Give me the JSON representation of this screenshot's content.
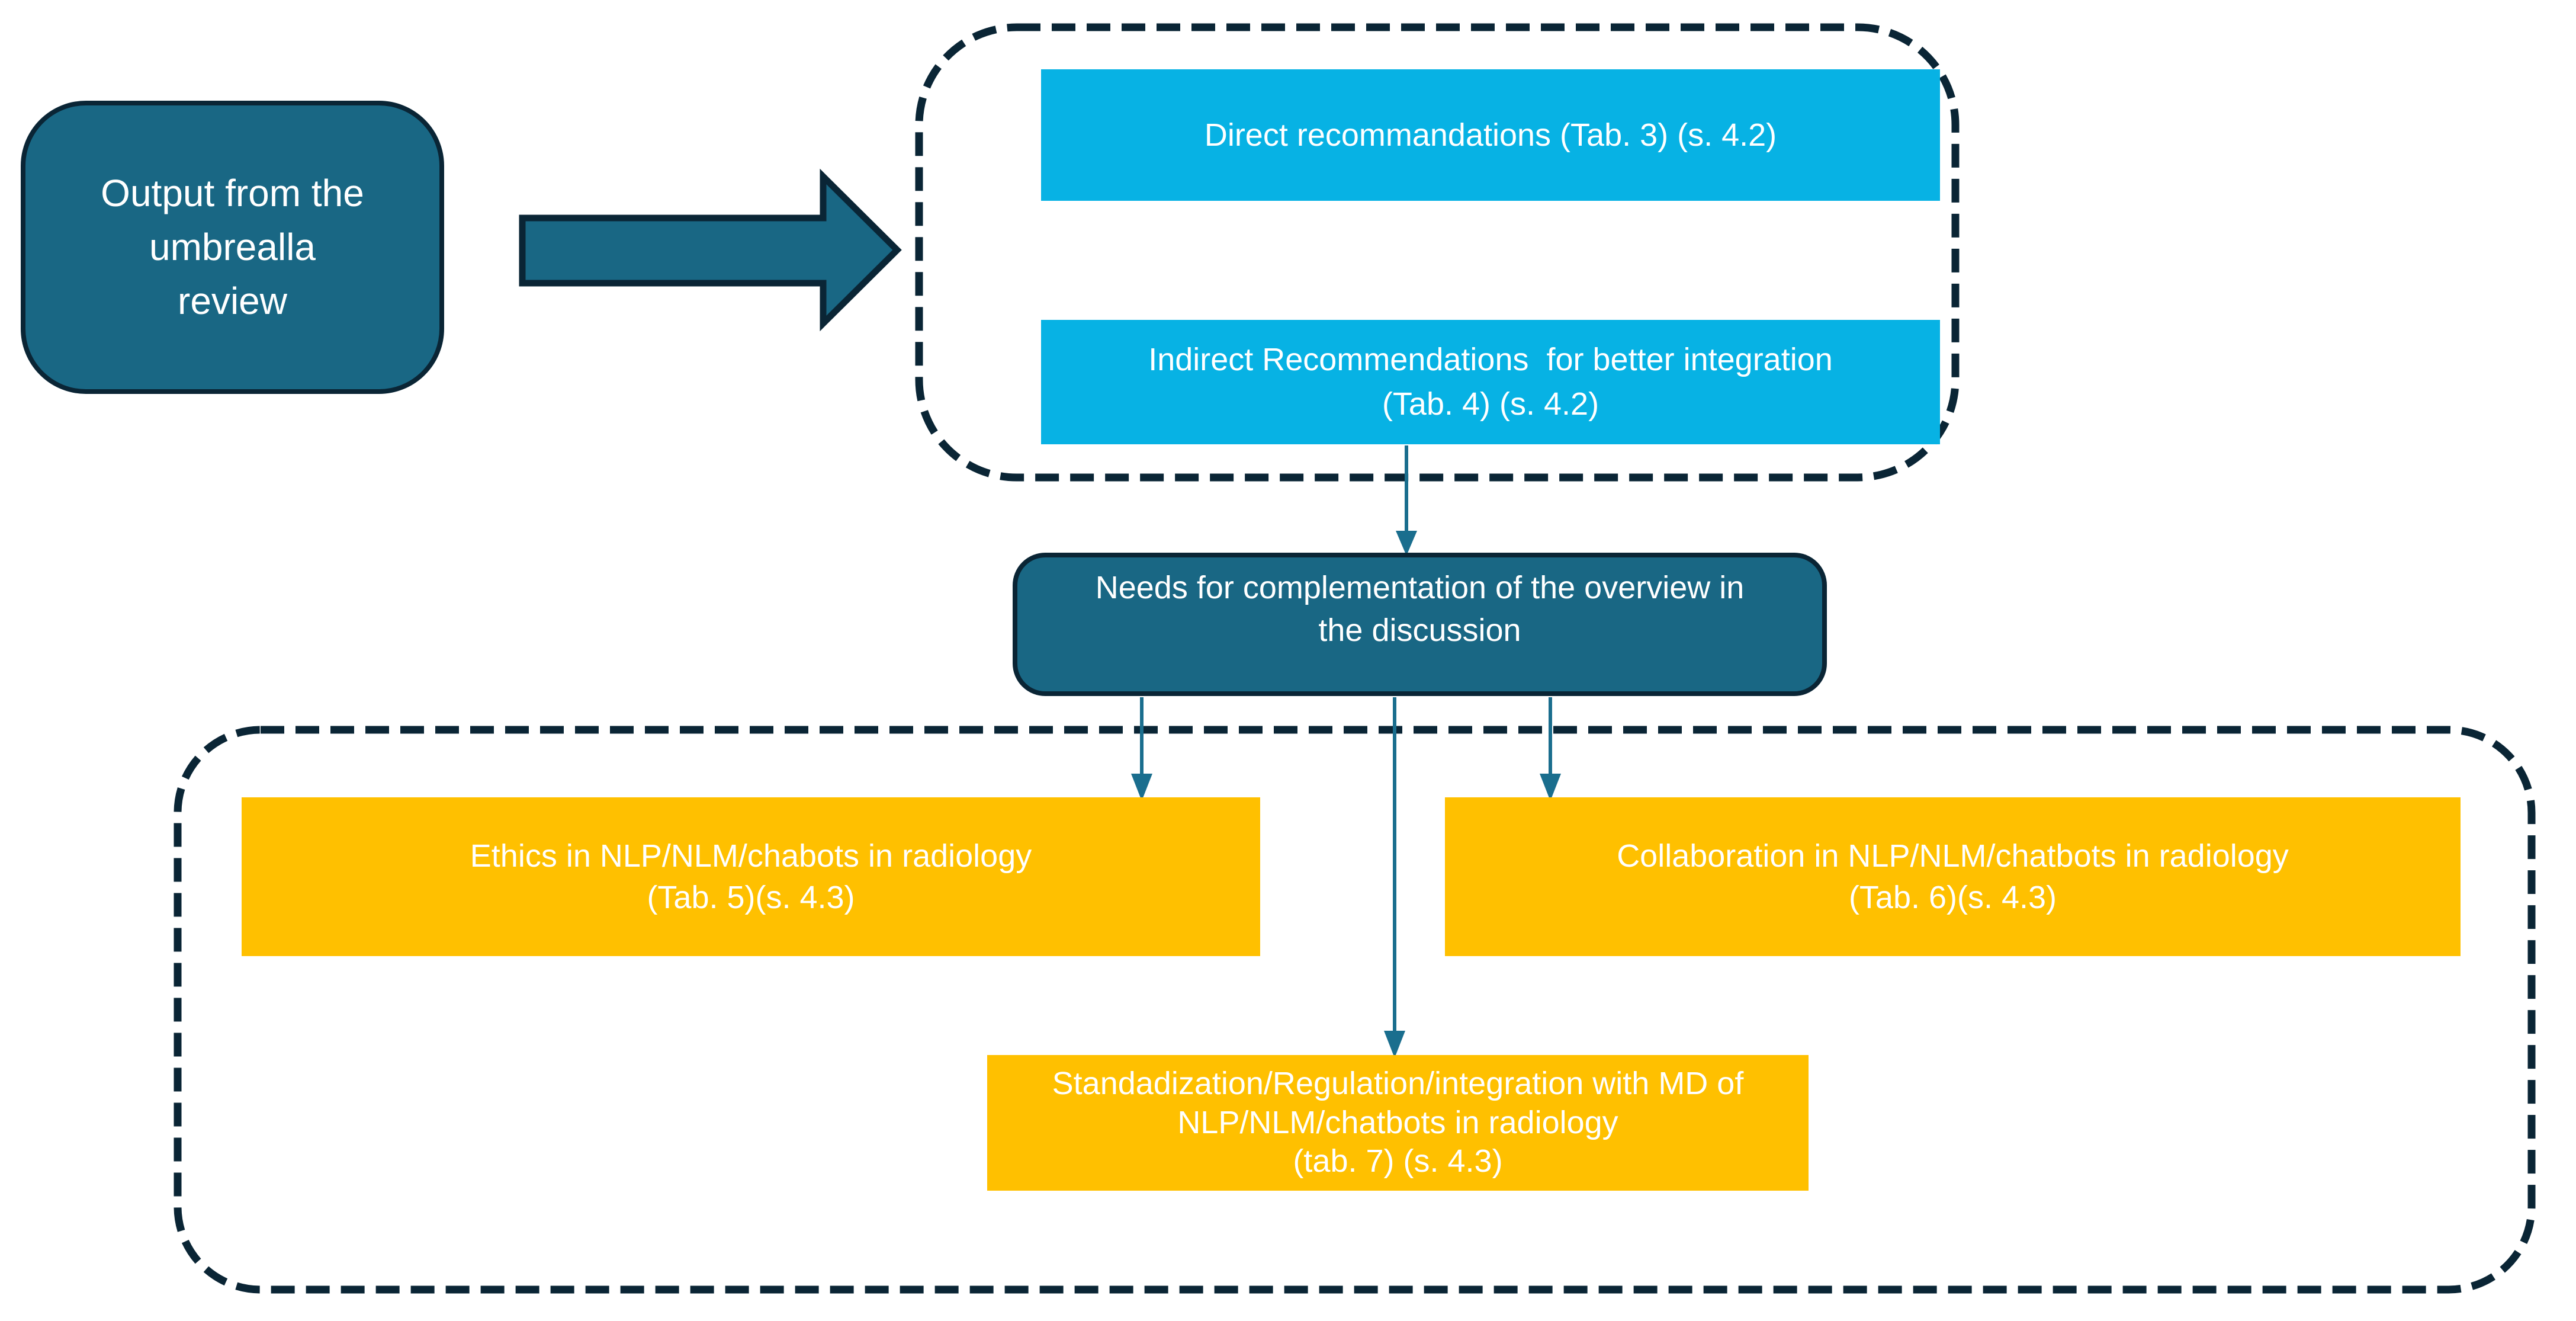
{
  "colors": {
    "teal_fill": "#196784",
    "cyan_fill": "#07B2E4",
    "gold_fill": "#FFC000",
    "outline_dark": "#0A2535",
    "connector": "#1A6E8E",
    "text_white": "#FFFFFF",
    "canvas_bg": "#FFFFFF"
  },
  "nodes": {
    "source": {
      "lines": [
        "Output from the",
        "umbrealla",
        "review"
      ]
    },
    "direct": {
      "lines": [
        "Direct recommandations (Tab. 3) (s. 4.2)"
      ]
    },
    "indirect": {
      "lines": [
        "Indirect Recommendations  for better integration",
        "(Tab. 4) (s. 4.2)"
      ]
    },
    "needs": {
      "lines": [
        "Needs for complementation of the overview in",
        "the discussion"
      ]
    },
    "ethics": {
      "lines": [
        "Ethics in NLP/NLM/chabots in radiology",
        "(Tab. 5)(s. 4.3)"
      ]
    },
    "collaboration": {
      "lines": [
        "Collaboration in NLP/NLM/chatbots in radiology",
        "(Tab. 6)(s. 4.3)"
      ]
    },
    "standardization": {
      "lines": [
        "Standadization/Regulation/integration with MD of",
        "NLP/NLM/chatbots in radiology",
        "(tab. 7) (s. 4.3)"
      ]
    }
  }
}
